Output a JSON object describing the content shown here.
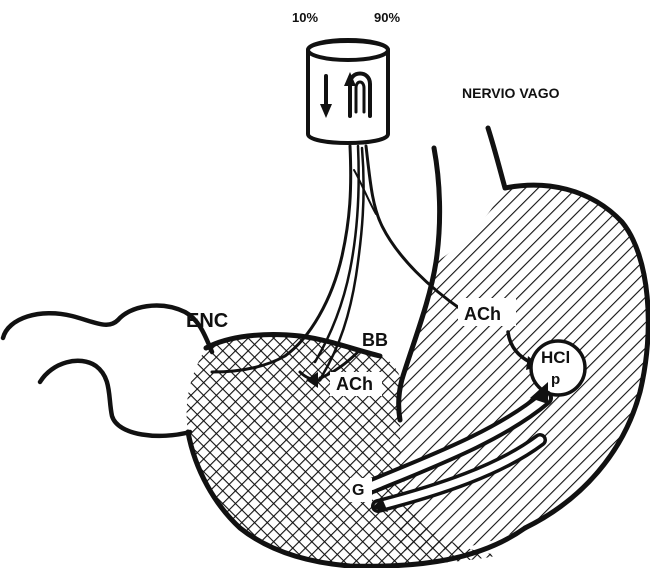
{
  "labels": {
    "pct_left": "10%",
    "pct_right": "90%",
    "nervio_vago": "NERVIO VAGO",
    "enc": "ENC",
    "bb": "BB",
    "ach_center": "ACh",
    "ach_right": "ACh",
    "hcl": "HCl",
    "p": "p",
    "g": "G"
  },
  "colors": {
    "ink": "#111111",
    "paper": "#ffffff"
  },
  "icons": {
    "downward_arrow": "down-arrow-icon",
    "loop_arrow": "u-turn-arrow-icon"
  }
}
